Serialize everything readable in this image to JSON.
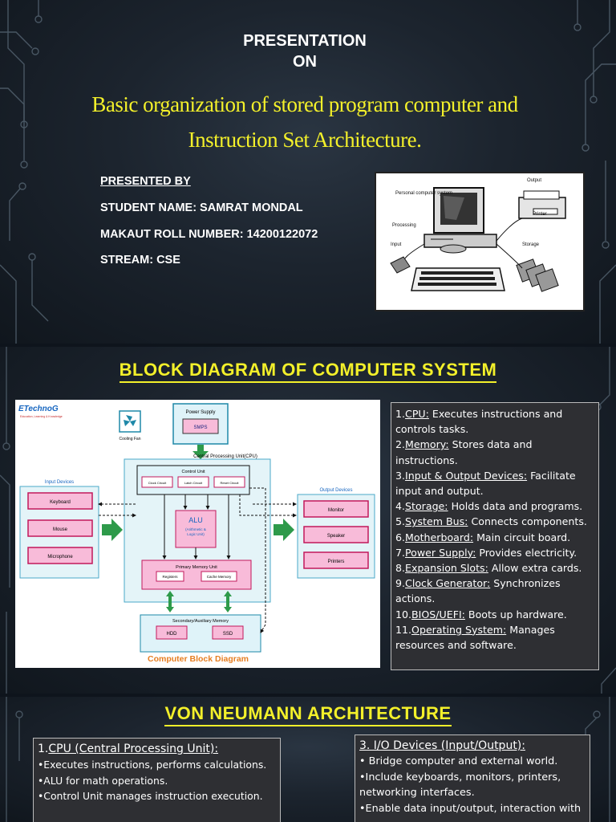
{
  "slide1": {
    "presentation_line1": "PRESENTATION",
    "presentation_line2": "ON",
    "title_line1": "Basic organization of stored program computer and",
    "title_line2": "Instruction Set Architecture.",
    "presented_by": "PRESENTED BY",
    "student_name": "STUDENT NAME: SAMRAT MONDAL",
    "roll_number": "MAKAUT ROLL NUMBER: 14200122072",
    "stream": "STREAM: CSE",
    "illustration": {
      "label_output": "Output",
      "label_personal_computer": "Personal computer system",
      "label_printer": "Printer",
      "label_processing": "Processing",
      "label_input": "Input",
      "label_storage": "Storage"
    }
  },
  "slide2": {
    "heading": "BLOCK DIAGRAM OF COMPUTER SYSTEM",
    "diagram": {
      "logo_text": "ETechnoG",
      "logo_sub": "Education, Learning & Knowledge",
      "power_supply": "Power Supply",
      "smps": "SMPS",
      "cooling_fan": "Cooling Fan",
      "cpu_label": "Central Processing Unit(CPU)",
      "control_unit": "Control Unit",
      "clock_circuit": "Clock Circuit",
      "latch_circuit": "Latch Circuit",
      "reset_circuit": "Reset Circuit",
      "alu": "ALU",
      "alu_sub1": "(Arithmetic &",
      "alu_sub2": "Logic Unit)",
      "primary_memory": "Primary Memory Unit",
      "registers": "Registers",
      "cache_memory": "Cache Memory",
      "secondary_memory": "Secondary/Auxiliary Memory",
      "hdd": "HDD",
      "ssd": "SSD",
      "input_devices": "Input Devices",
      "keyboard": "Keyboard",
      "mouse": "Mouse",
      "microphone": "Microphone",
      "output_devices": "Output Devices",
      "monitor": "Monitor",
      "speaker": "Speaker",
      "printers": "Printers",
      "caption": "Computer Block Diagram"
    },
    "list": [
      {
        "num": "1.",
        "term": "CPU:",
        "desc": " Executes instructions and controls tasks."
      },
      {
        "num": "2.",
        "term": "Memory:",
        "desc": " Stores data and instructions."
      },
      {
        "num": "3.",
        "term": "Input & Output Devices:",
        "desc": " Facilitate input and output."
      },
      {
        "num": "4.",
        "term": "Storage:",
        "desc": " Holds data and programs."
      },
      {
        "num": "5.",
        "term": "System Bus:",
        "desc": " Connects components."
      },
      {
        "num": "6.",
        "term": "Motherboard:",
        "desc": " Main circuit board."
      },
      {
        "num": "7.",
        "term": "Power Supply:",
        "desc": " Provides electricity."
      },
      {
        "num": "8.",
        "term": "Expansion Slots:",
        "desc": " Allow extra cards."
      },
      {
        "num": "9.",
        "term": "Clock Generator:",
        "desc": " Synchronizes actions."
      },
      {
        "num": "10.",
        "term": "BIOS/UEFI:",
        "desc": " Boots up hardware."
      },
      {
        "num": "11.",
        "term": "Operating System:",
        "desc": " Manages resources and software."
      }
    ]
  },
  "slide3": {
    "heading": "VON NEUMANN ARCHITECTURE",
    "cpu_box": {
      "title_num": "1.",
      "title": "CPU (Central Processing Unit):",
      "bullets": [
        "•Executes instructions, performs calculations.",
        "•ALU for math operations.",
        "•Control Unit manages instruction execution."
      ]
    },
    "io_box": {
      "title": "3. I/O Devices (Input/Output):",
      "bullets": [
        "• Bridge computer and external world.",
        "•Include keyboards, monitors, printers, networking interfaces.",
        "•Enable data input/output, interaction with"
      ]
    }
  }
}
